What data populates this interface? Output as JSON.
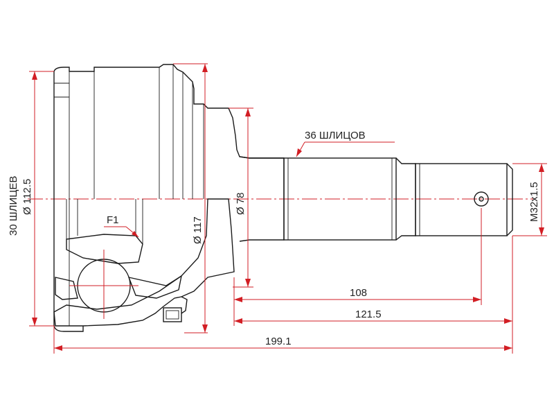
{
  "labels": {
    "splines_36": "36 ШЛИЦОВ",
    "splines_30": "30 ШЛИЦЕВ",
    "dia_112": "Ø 112.5",
    "dia_117": "Ø 117",
    "dia_78": "Ø 78",
    "thread": "M32x1.5",
    "len_108": "108",
    "len_121": "121.5",
    "len_199": "199.1",
    "f1": "F1"
  },
  "colors": {
    "outline": "#1a1a1a",
    "dimension": "#d21e24",
    "hatch": "#555555"
  }
}
